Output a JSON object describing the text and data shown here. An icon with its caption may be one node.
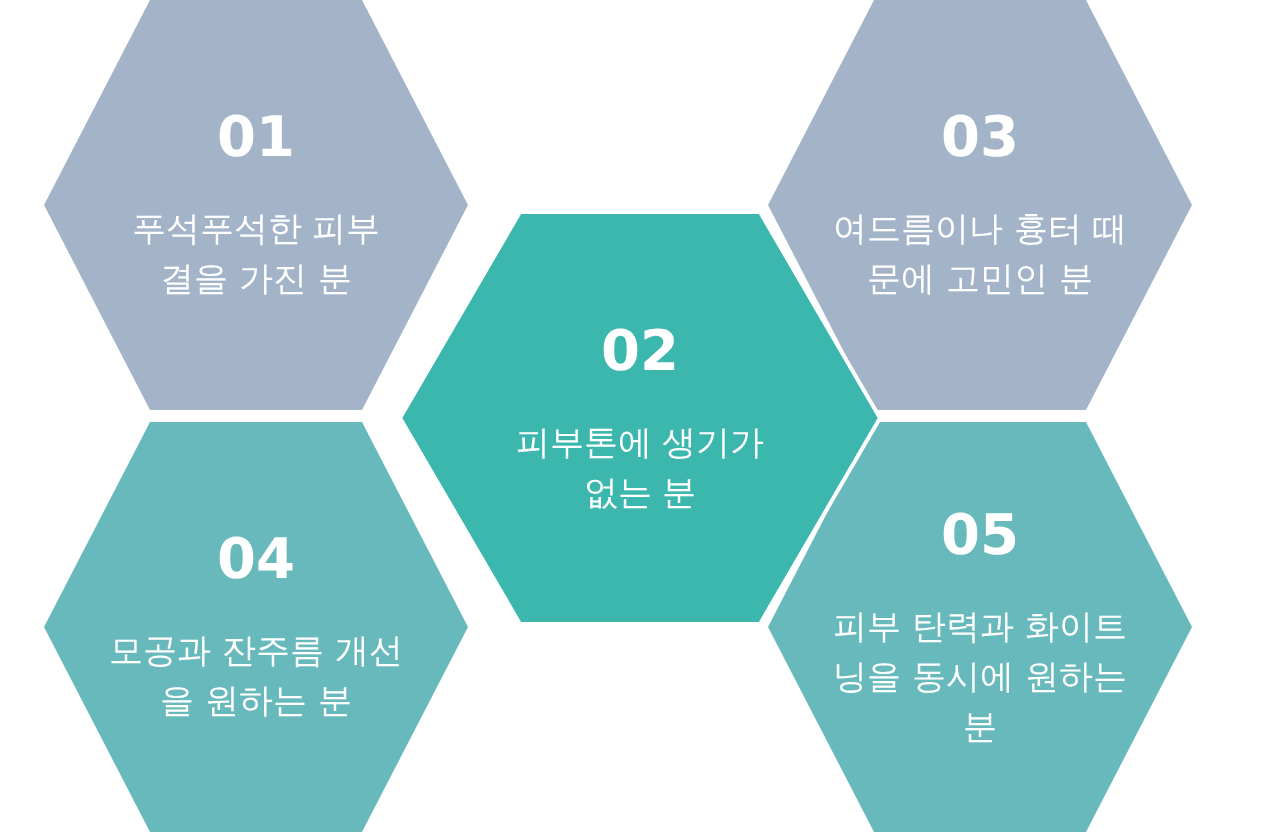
{
  "diagram": {
    "nodes": [
      {
        "text": [
          "01",
          "푸석푸석한 피부결을 가진 분"
        ]
      },
      {
        "text": [
          "03",
          "여드름이나 흉터 때문에 고민인 분"
        ]
      },
      {
        "text": [
          "02",
          "피부톤에 생기가 없는 분"
        ]
      },
      {
        "text": [
          "04",
          "모공과 잔주름 개선을 원하는 분"
        ]
      },
      {
        "text": [
          "05",
          "피부 탄력과 화이트닝을 동시에 원하는 분"
        ]
      }
    ]
  }
}
